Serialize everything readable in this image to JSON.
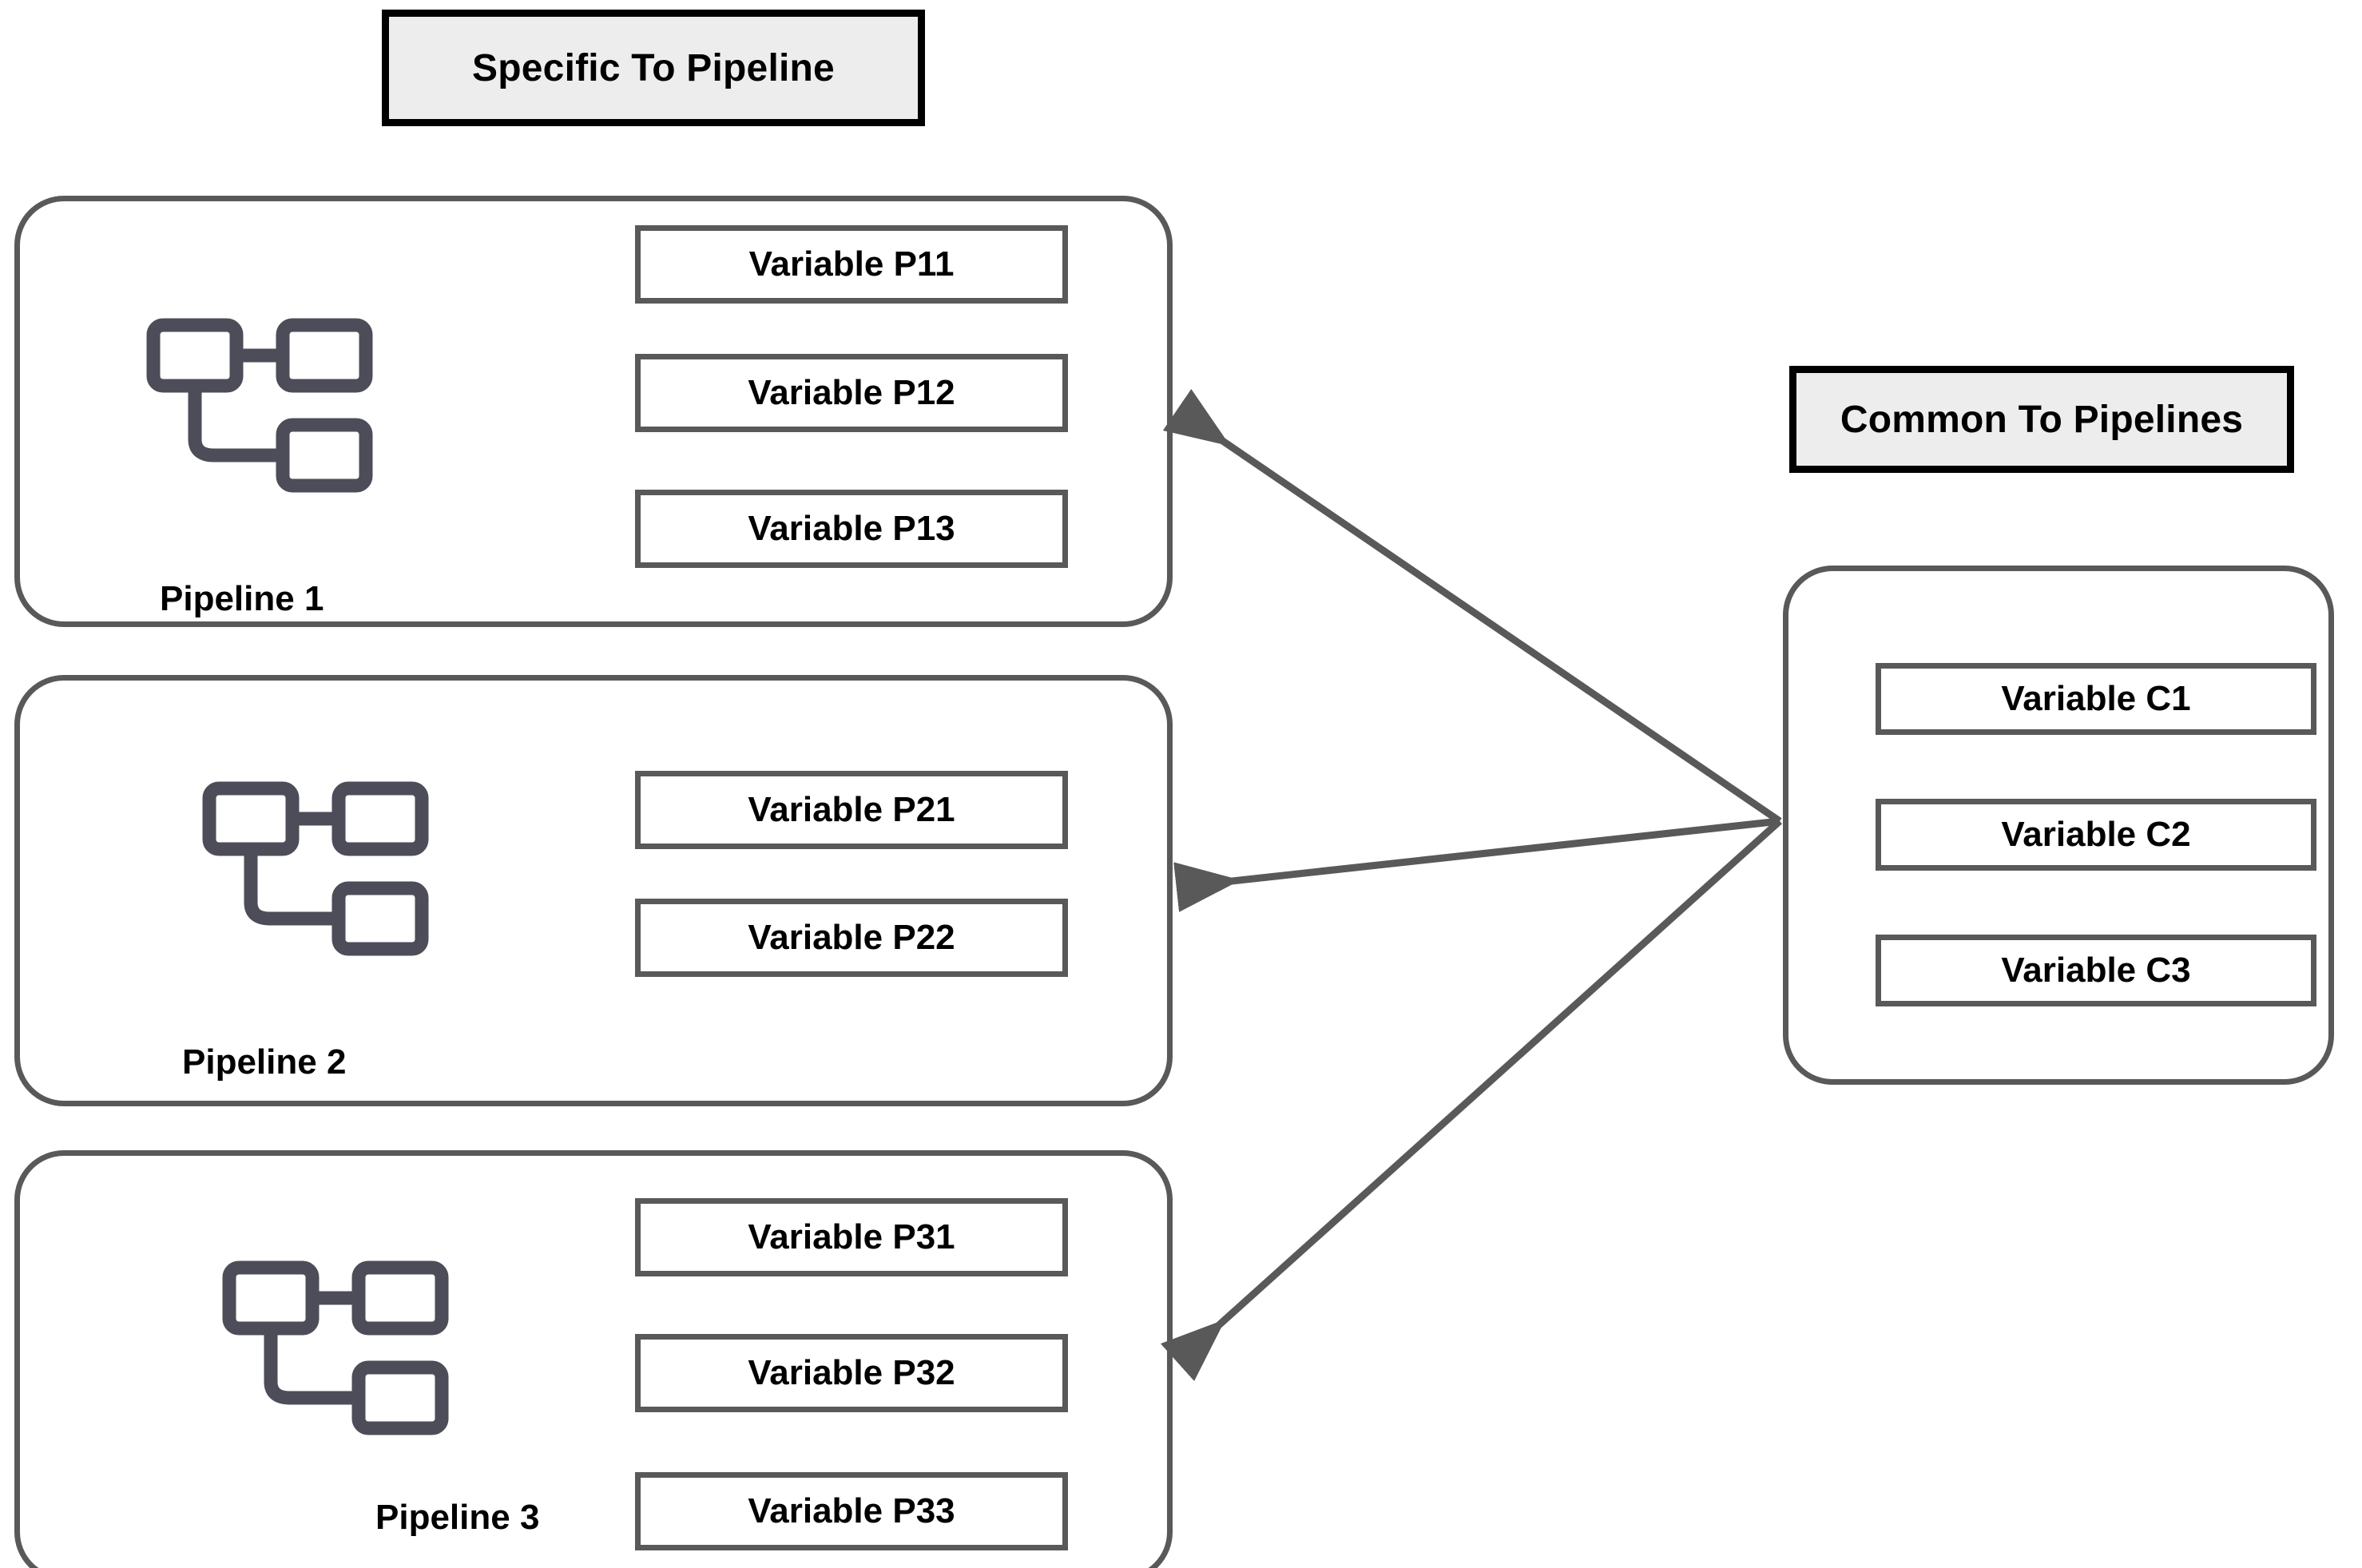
{
  "headers": {
    "specific": "Specific To Pipeline",
    "common": "Common To Pipelines"
  },
  "pipelines": [
    {
      "name": "Pipeline 1",
      "icon": "pipeline-nodes-icon",
      "variables": [
        "Variable P11",
        "Variable P12",
        "Variable P13"
      ]
    },
    {
      "name": "Pipeline 2",
      "icon": "pipeline-nodes-icon",
      "variables": [
        "Variable P21",
        "Variable P22"
      ]
    },
    {
      "name": "Pipeline 3",
      "icon": "pipeline-nodes-icon",
      "variables": [
        "Variable P31",
        "Variable P32",
        "Variable P33"
      ]
    }
  ],
  "common": {
    "variables": [
      "Variable C1",
      "Variable C2",
      "Variable C3"
    ]
  },
  "arrows": {
    "count": 3,
    "direction": "common-to-pipelines",
    "description": "Arrows fan out from the Common To Pipelines group toward each pipeline group"
  },
  "colors": {
    "banner_fill": "#ededed",
    "banner_border": "#000000",
    "group_border": "#595959",
    "box_border": "#595959",
    "box_fill": "#ffffff",
    "icon": "#4d4d5a",
    "arrow": "#595959",
    "text": "#000000",
    "background": "#ffffff"
  }
}
